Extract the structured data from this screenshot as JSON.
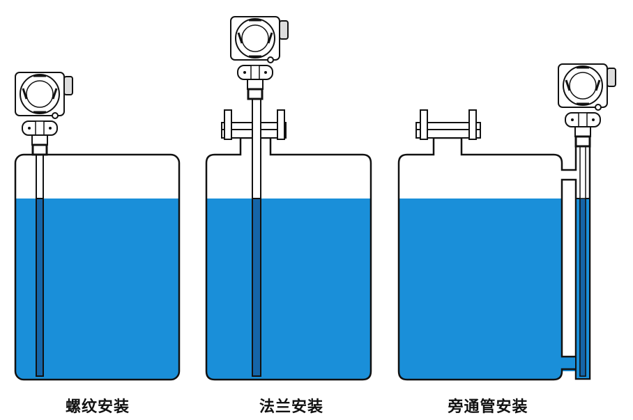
{
  "colors": {
    "water": "#1a8fd9",
    "outline": "#111111",
    "water_dark": "#1565a8"
  },
  "water_level_fraction": 0.81,
  "installations": [
    {
      "label": "螺纹安装"
    },
    {
      "label": "法兰安装"
    },
    {
      "label": "旁通管安装"
    }
  ]
}
